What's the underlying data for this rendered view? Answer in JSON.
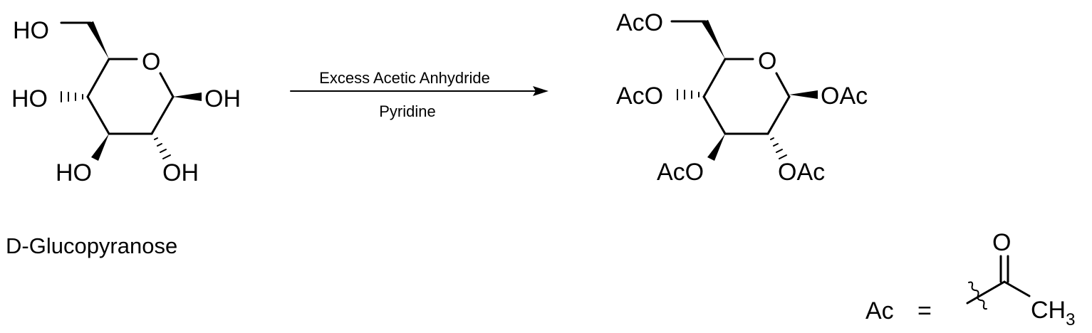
{
  "reactant": {
    "name": "D-Glucopyranose",
    "labels": {
      "c6": "HO",
      "ring_o": "O",
      "c4": "HO",
      "c1": "OH",
      "c3": "HO",
      "c2": "OH"
    }
  },
  "reaction": {
    "reagent": "Excess Acetic Anhydride",
    "solvent": "Pyridine"
  },
  "product": {
    "labels": {
      "c6": "AcO",
      "ring_o": "O",
      "c4": "AcO",
      "c1": "OAc",
      "c3": "AcO",
      "c2": "OAc"
    }
  },
  "legend": {
    "abbr": "Ac",
    "equals": "=",
    "carbonyl_o": "O",
    "methyl": "CH",
    "methyl_sub": "3"
  }
}
